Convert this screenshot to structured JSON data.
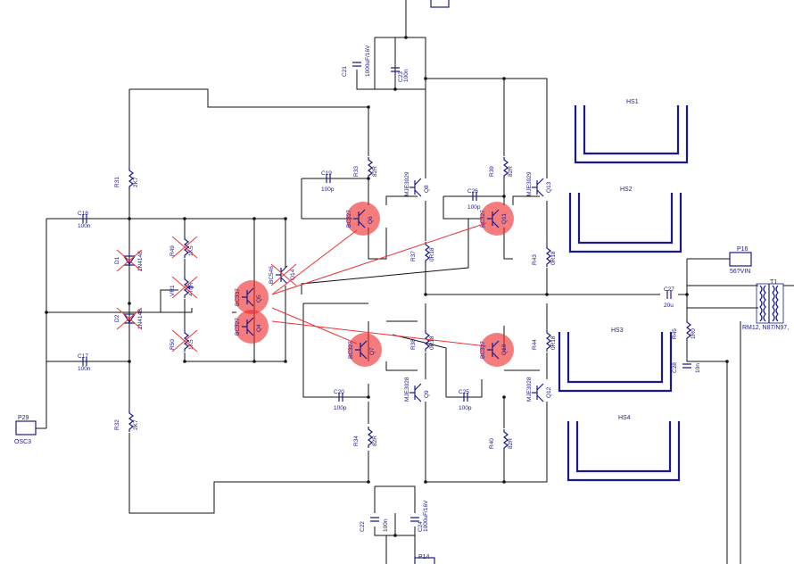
{
  "heatsinks": [
    {
      "id": "hs1",
      "label": "HS1"
    },
    {
      "id": "hs2",
      "label": "HS2"
    },
    {
      "id": "hs3",
      "label": "HS3"
    },
    {
      "id": "hs4",
      "label": "HS4"
    }
  ],
  "ports": [
    {
      "id": "p29",
      "ref": "P29",
      "value": "OSC3"
    },
    {
      "id": "p16",
      "ref": "P16",
      "value": "56?VIN"
    },
    {
      "id": "p14",
      "ref": "P14",
      "value": ""
    }
  ],
  "transformer": {
    "ref": "T1",
    "value": "RM12, N87/N97,"
  },
  "components": [
    {
      "id": "c21",
      "ref": "C21",
      "value": "1000uF/16V",
      "type": "ecap"
    },
    {
      "id": "c23",
      "ref": "C23",
      "value": "100n",
      "type": "cap"
    },
    {
      "id": "r31",
      "ref": "R31",
      "value": "2K7",
      "type": "res"
    },
    {
      "id": "c18",
      "ref": "C18",
      "value": "100n",
      "type": "cap"
    },
    {
      "id": "d1",
      "ref": "D1",
      "value": "1N4148",
      "type": "diode",
      "removed": true
    },
    {
      "id": "d2",
      "ref": "D2",
      "value": "1N4148",
      "type": "diode",
      "removed": true
    },
    {
      "id": "r49",
      "ref": "R49",
      "value": "1K5",
      "type": "res",
      "removed": true
    },
    {
      "id": "vr1",
      "ref": "VR1",
      "value": "470R",
      "type": "pot",
      "removed": true
    },
    {
      "id": "r50",
      "ref": "R50",
      "value": "1K5",
      "type": "res",
      "removed": true
    },
    {
      "id": "c17",
      "ref": "C17",
      "value": "100n",
      "type": "cap"
    },
    {
      "id": "r32",
      "ref": "R32",
      "value": "2K7",
      "type": "res"
    },
    {
      "id": "c19",
      "ref": "C19",
      "value": "100p",
      "type": "cap"
    },
    {
      "id": "r33",
      "ref": "R33",
      "value": "82R",
      "type": "res"
    },
    {
      "id": "q8",
      "ref": "Q8",
      "value": "MJE3029",
      "type": "pnp"
    },
    {
      "id": "q6",
      "ref": "Q6",
      "value": "BC327",
      "type": "npn",
      "highlighted": true
    },
    {
      "id": "r37",
      "ref": "R37",
      "value": "0R18",
      "type": "res"
    },
    {
      "id": "c26",
      "ref": "C26",
      "value": "100p",
      "type": "cap"
    },
    {
      "id": "r39",
      "ref": "R39",
      "value": "82R",
      "type": "res"
    },
    {
      "id": "q13",
      "ref": "Q13",
      "value": "MJE3029",
      "type": "pnp"
    },
    {
      "id": "q11",
      "ref": "Q11",
      "value": "BC327",
      "type": "npn",
      "highlighted": true
    },
    {
      "id": "r43",
      "ref": "R43",
      "value": "0R18",
      "type": "res"
    },
    {
      "id": "q14",
      "ref": "Q14",
      "value": "BC546",
      "type": "npn",
      "removed": true
    },
    {
      "id": "q5",
      "ref": "Q5",
      "value": "BC337",
      "type": "npn",
      "highlighted": true
    },
    {
      "id": "q4",
      "ref": "Q4",
      "value": "BC327",
      "type": "pnp",
      "highlighted": true
    },
    {
      "id": "c27",
      "ref": "C27",
      "value": "20u",
      "type": "cap"
    },
    {
      "id": "r45",
      "ref": "R45",
      "value": "1R0",
      "type": "res"
    },
    {
      "id": "c28",
      "ref": "C28",
      "value": "10n",
      "type": "cap"
    },
    {
      "id": "r38",
      "ref": "R38",
      "value": "0R18",
      "type": "res"
    },
    {
      "id": "q7",
      "ref": "Q7",
      "value": "BC327",
      "type": "pnp",
      "highlighted": true
    },
    {
      "id": "r44",
      "ref": "R44",
      "value": "0R18",
      "type": "res"
    },
    {
      "id": "q10",
      "ref": "Q10",
      "value": "BC327",
      "type": "pnp",
      "highlighted": true
    },
    {
      "id": "c20",
      "ref": "C20",
      "value": "100p",
      "type": "cap"
    },
    {
      "id": "q9",
      "ref": "Q9",
      "value": "MJE3028",
      "type": "npn"
    },
    {
      "id": "c25",
      "ref": "C25",
      "value": "100p",
      "type": "cap"
    },
    {
      "id": "q12",
      "ref": "Q12",
      "value": "MJE3028",
      "type": "npn"
    },
    {
      "id": "r34",
      "ref": "R34",
      "value": "82R",
      "type": "res"
    },
    {
      "id": "r40",
      "ref": "R40",
      "value": "82R",
      "type": "res"
    },
    {
      "id": "c22",
      "ref": "C22",
      "value": "100n",
      "type": "cap"
    },
    {
      "id": "c24",
      "ref": "C24",
      "value": "1000uF/16V",
      "type": "ecap"
    }
  ],
  "colors": {
    "wire": "#111111",
    "component": "#1a1a8a",
    "highlight": "#ef2b2b",
    "background": "#ffffff"
  }
}
